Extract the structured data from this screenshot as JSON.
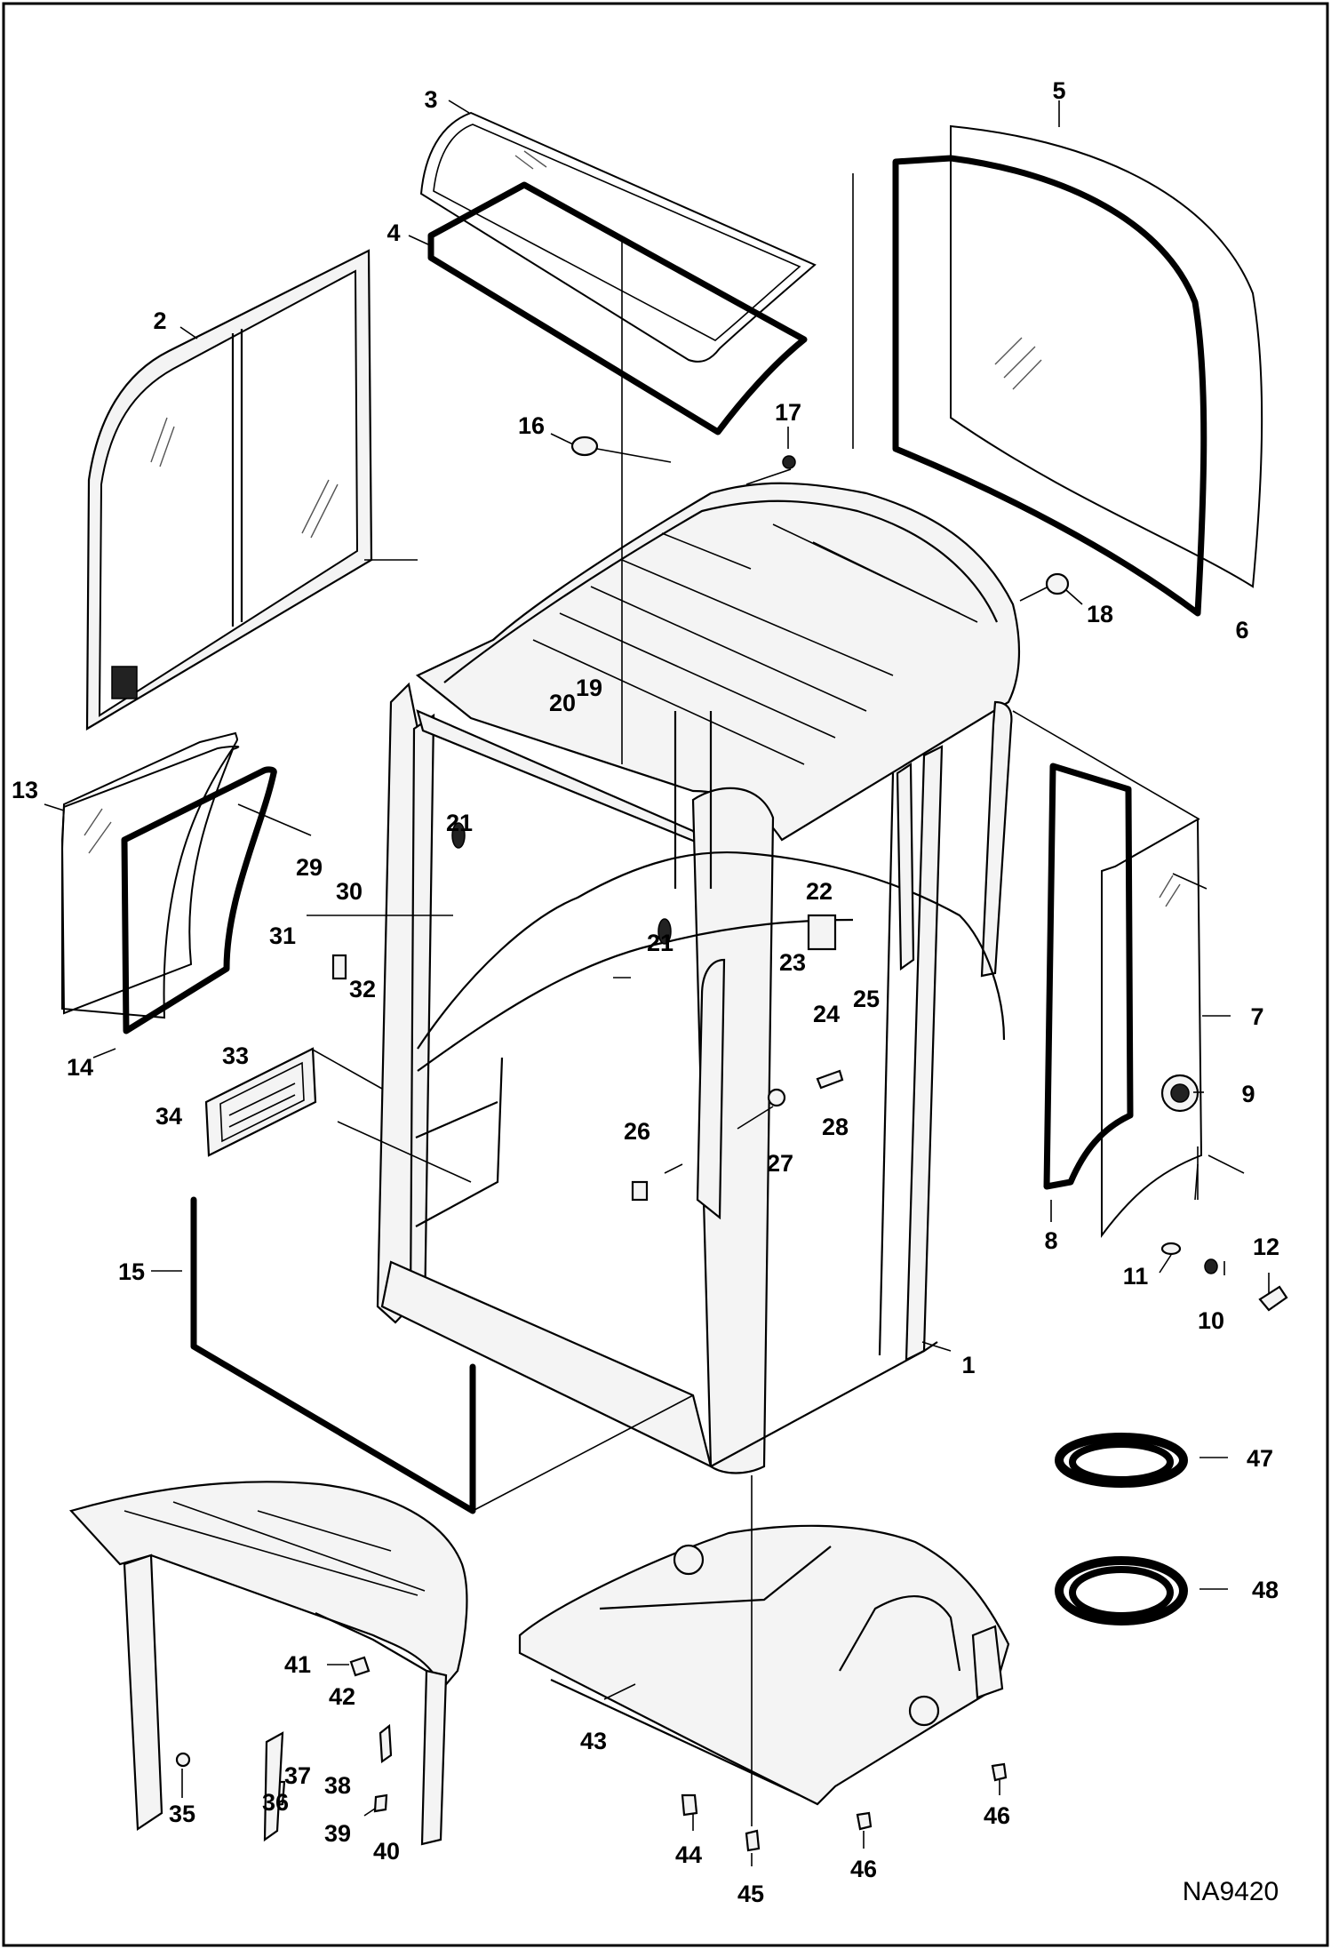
{
  "diagram": {
    "reference_code": "NA9420",
    "callouts": [
      {
        "id": "c1",
        "text": "1"
      },
      {
        "id": "c2",
        "text": "2"
      },
      {
        "id": "c3",
        "text": "3"
      },
      {
        "id": "c4",
        "text": "4"
      },
      {
        "id": "c5",
        "text": "5"
      },
      {
        "id": "c6",
        "text": "6"
      },
      {
        "id": "c7",
        "text": "7"
      },
      {
        "id": "c8",
        "text": "8"
      },
      {
        "id": "c9",
        "text": "9"
      },
      {
        "id": "c10",
        "text": "10"
      },
      {
        "id": "c11",
        "text": "11"
      },
      {
        "id": "c12",
        "text": "12"
      },
      {
        "id": "c13",
        "text": "13"
      },
      {
        "id": "c14",
        "text": "14"
      },
      {
        "id": "c15",
        "text": "15"
      },
      {
        "id": "c16",
        "text": "16"
      },
      {
        "id": "c17",
        "text": "17"
      },
      {
        "id": "c18",
        "text": "18"
      },
      {
        "id": "c19",
        "text": "19"
      },
      {
        "id": "c20",
        "text": "20"
      },
      {
        "id": "c21a",
        "text": "21"
      },
      {
        "id": "c21b",
        "text": "21"
      },
      {
        "id": "c22",
        "text": "22"
      },
      {
        "id": "c23",
        "text": "23"
      },
      {
        "id": "c24",
        "text": "24"
      },
      {
        "id": "c25",
        "text": "25"
      },
      {
        "id": "c26",
        "text": "26"
      },
      {
        "id": "c27",
        "text": "27"
      },
      {
        "id": "c28",
        "text": "28"
      },
      {
        "id": "c29",
        "text": "29"
      },
      {
        "id": "c30",
        "text": "30"
      },
      {
        "id": "c31",
        "text": "31"
      },
      {
        "id": "c32",
        "text": "32"
      },
      {
        "id": "c33",
        "text": "33"
      },
      {
        "id": "c34",
        "text": "34"
      },
      {
        "id": "c35",
        "text": "35"
      },
      {
        "id": "c36",
        "text": "36"
      },
      {
        "id": "c37",
        "text": "37"
      },
      {
        "id": "c38",
        "text": "38"
      },
      {
        "id": "c39",
        "text": "39"
      },
      {
        "id": "c40",
        "text": "40"
      },
      {
        "id": "c41",
        "text": "41"
      },
      {
        "id": "c42",
        "text": "42"
      },
      {
        "id": "c43",
        "text": "43"
      },
      {
        "id": "c44",
        "text": "44"
      },
      {
        "id": "c45",
        "text": "45"
      },
      {
        "id": "c46a",
        "text": "46"
      },
      {
        "id": "c46b",
        "text": "46"
      },
      {
        "id": "c47",
        "text": "47"
      },
      {
        "id": "c48",
        "text": "48"
      }
    ]
  }
}
